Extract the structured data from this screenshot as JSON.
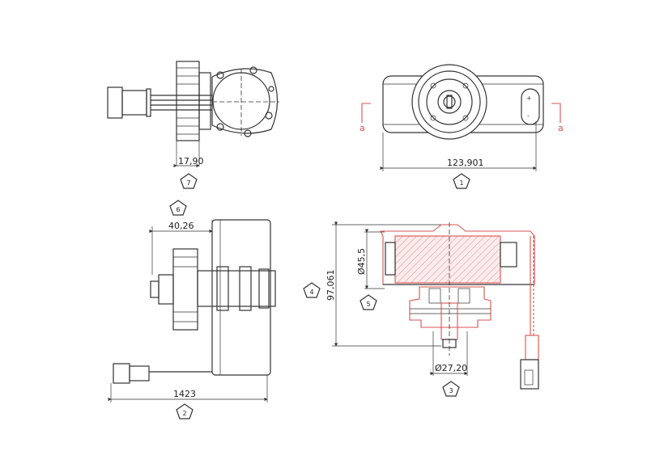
{
  "colors": {
    "line": "#333333",
    "section": "#d9534f",
    "background": "#ffffff"
  },
  "views": {
    "top_left": {
      "dimension": "17,90",
      "callout": "7"
    },
    "top_right": {
      "dimension": "123,901",
      "callout": "1",
      "section_marker_left": "a",
      "section_marker_right": "a"
    },
    "bottom_left": {
      "dimension_width": "40,26",
      "dimension_length": "1423",
      "callout": "2"
    },
    "bottom_right": {
      "dimension_height": "97,061",
      "dimension_diameter_body": "Ø45,5",
      "dimension_diameter_outlet": "Ø27,20",
      "callout_height": "4",
      "callout_body": "5",
      "callout_outlet": "3"
    },
    "extra_callout": "6"
  }
}
